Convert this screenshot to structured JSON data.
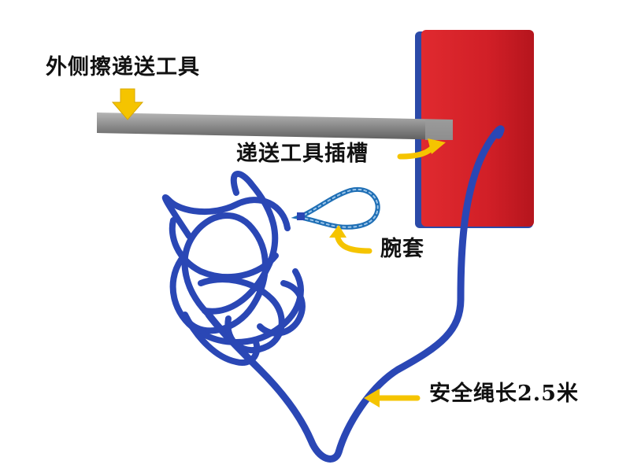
{
  "labels": {
    "outer_tool": "外侧擦递送工具",
    "tool_slot": "递送工具插槽",
    "wrist_strap": "腕套",
    "rope_length": "安全绳长2.5米"
  },
  "colors": {
    "background": "#ffffff",
    "pad_red": "#d81e26",
    "pad_blue_backing": "#2b4aa8",
    "rod_metal": "#8c8c8c",
    "rope_blue": "#2a47b5",
    "arrow_yellow": "#f5c400",
    "text": "#111111"
  },
  "icons": [
    "down-arrow-icon",
    "curved-arrow-icon",
    "up-curved-arrow-icon",
    "left-arrow-icon"
  ]
}
